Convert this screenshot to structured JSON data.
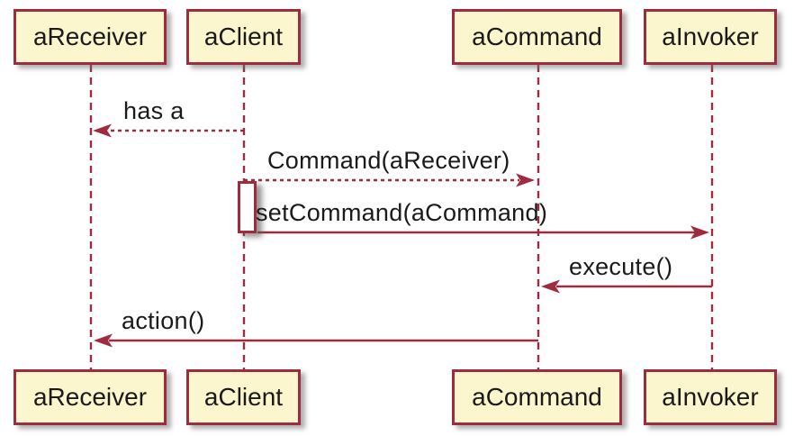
{
  "diagram": {
    "kind": "uml-sequence-diagram",
    "participants": [
      {
        "id": "aReceiver",
        "name": "aReceiver"
      },
      {
        "id": "aClient",
        "name": "aClient"
      },
      {
        "id": "aCommand",
        "name": "aCommand"
      },
      {
        "id": "aInvoker",
        "name": "aInvoker"
      }
    ],
    "messages": [
      {
        "label": "has a",
        "from": "aClient",
        "to": "aReceiver",
        "line": "dashed",
        "direction": "left"
      },
      {
        "label": "Command(aReceiver)",
        "from": "aClient",
        "to": "aCommand",
        "line": "dashed",
        "direction": "right"
      },
      {
        "label": "setCommand(aCommand)",
        "from": "aClient",
        "to": "aInvoker",
        "line": "solid",
        "direction": "right"
      },
      {
        "label": "execute()",
        "from": "aInvoker",
        "to": "aCommand",
        "line": "solid",
        "direction": "left"
      },
      {
        "label": "action()",
        "from": "aCommand",
        "to": "aReceiver",
        "line": "solid",
        "direction": "left"
      }
    ],
    "activation": {
      "participant": "aClient"
    }
  },
  "theme": {
    "accent": "#9E2B3E",
    "participant_fill": "#FCF6CF",
    "activation_fill": "#FFFFFF",
    "text": "#1A1A1A",
    "background": "#FFFFFF"
  }
}
